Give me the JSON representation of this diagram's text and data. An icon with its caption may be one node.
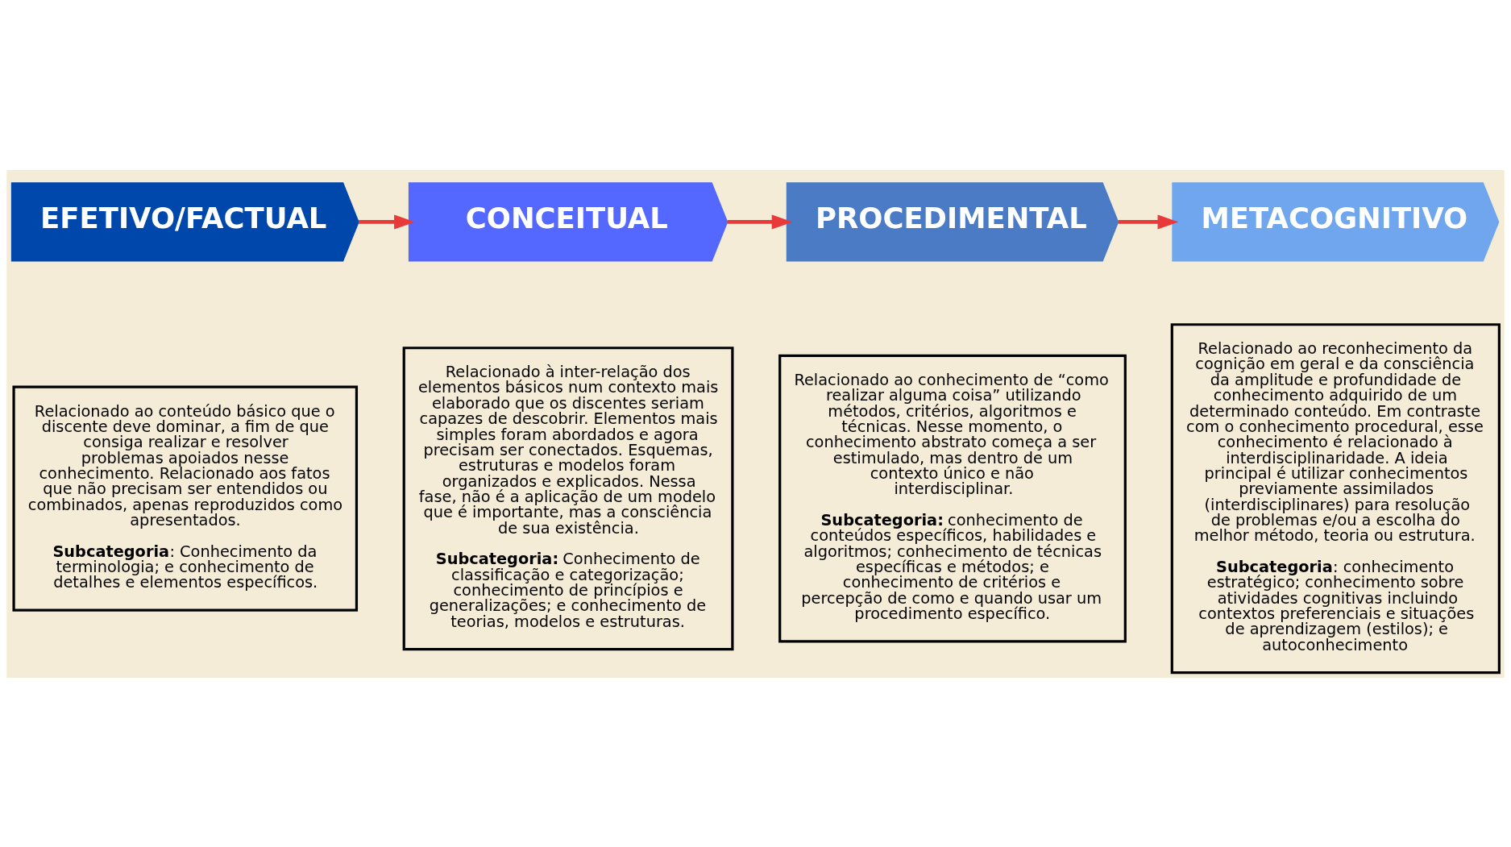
{
  "diagram": {
    "nodes": [
      {
        "text": [
          "EFETIVO/FACTUAL"
        ]
      },
      {
        "text": [
          "CONCEITUAL"
        ]
      },
      {
        "text": [
          "PROCEDIMENTAL"
        ]
      },
      {
        "text": [
          "METACOGNITIVO"
        ]
      },
      {
        "text": [
          "Relacionado ao conteúdo básico que o discente deve dominar, a fim de que consiga realizar e resolver problemas apoiados nesse conhecimento. Relacionado aos fatos que não precisam ser entendidos ou combinados, apenas reproduzidos como apresentados.",
          "**Subcategoria**: Conhecimento da terminologia; e conhecimento de detalhes e elementos específicos."
        ]
      },
      {
        "text": [
          "Relacionado à inter-relação dos elementos básicos num contexto mais elaborado que os discentes seriam capazes de descobrir. Elementos mais simples foram abordados e agora precisam ser conectados. Esquemas, estruturas e modelos foram organizados e explicados. Nessa fase, não é a aplicação de um modelo que é importante, mas a consciência de sua existência.",
          "**Subcategoria:** Conhecimento de classificação e categorização; conhecimento de princípios e generalizações; e conhecimento de teorias, modelos e estruturas."
        ]
      },
      {
        "text": [
          "Relacionado ao conhecimento de “como realizar alguma coisa” utilizando métodos, critérios, algoritmos e técnicas. Nesse momento, o conhecimento abstrato começa a ser estimulado, mas dentro de um contexto único e não interdisciplinar.",
          "**Subcategoria:** conhecimento de conteúdos específicos, habilidades e algoritmos; conhecimento de técnicas específicas e métodos; e conhecimento de critérios e percepção de como e quando usar um procedimento específico."
        ]
      },
      {
        "text": [
          "Relacionado ao reconhecimento da cognição em geral e da consciência da amplitude e profundidade de conhecimento adquirido de um determinado conteúdo. Em contraste com o conhecimento procedural, esse conhecimento é relacionado à interdisciplinaridade. A ideia principal é utilizar conhecimentos previamente assimilados (interdisciplinares) para resolução de problemas e/ou a escolha do melhor método, teoria ou estrutura.",
          "**Subcategoria**: conhecimento estratégico; conhecimento sobre atividades cognitivas incluindo contextos preferenciais e situações de aprendizagem (estilos); e autoconhecimento"
        ]
      }
    ],
    "edges": [
      {
        "from": 0,
        "to": 1,
        "arrow": "to"
      },
      {
        "from": 1,
        "to": 2,
        "arrow": "to"
      },
      {
        "from": 2,
        "to": 3,
        "arrow": "to"
      }
    ]
  }
}
